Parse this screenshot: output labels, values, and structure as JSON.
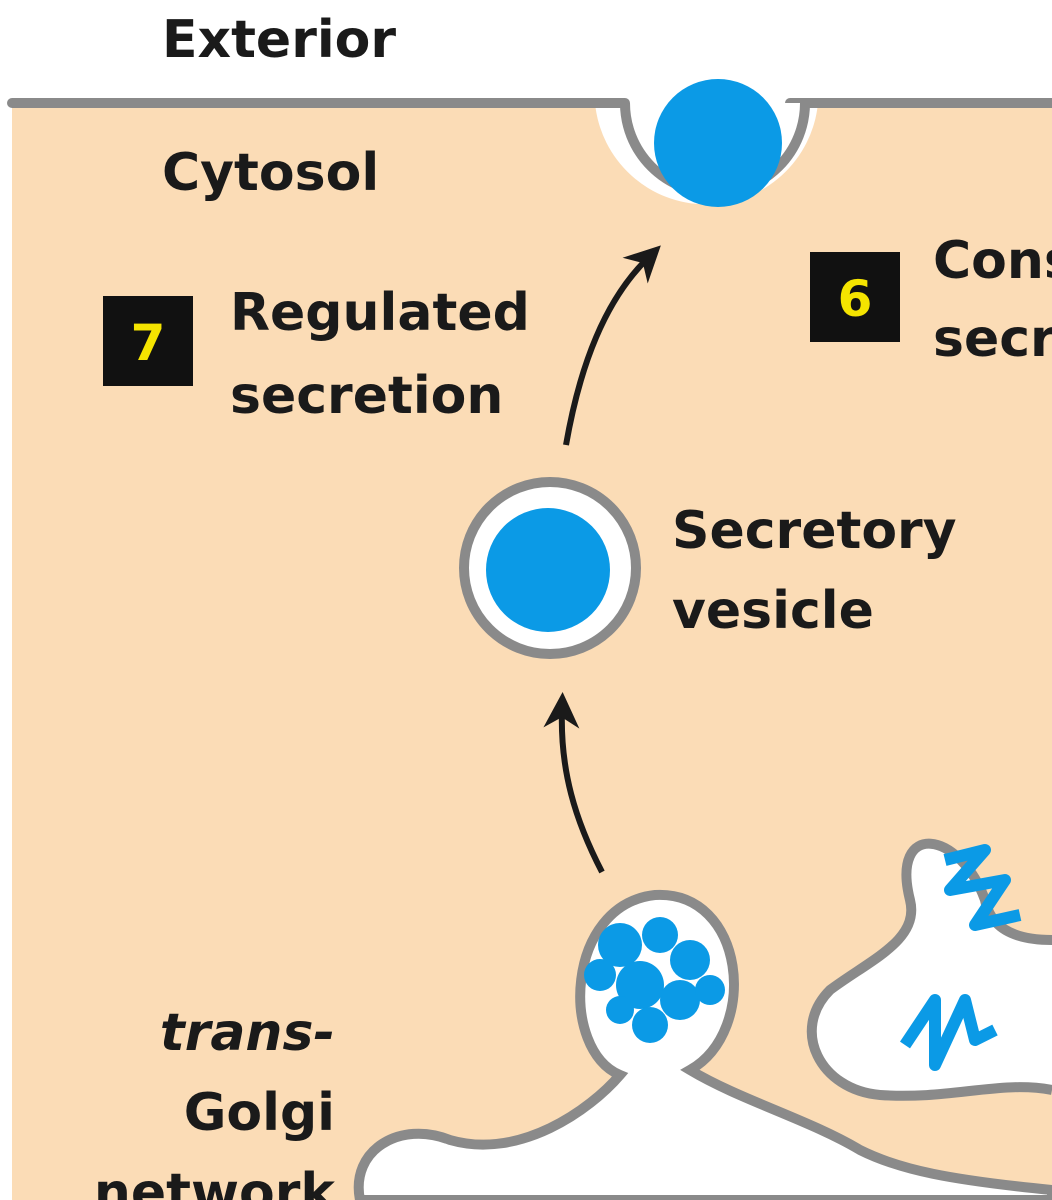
{
  "labels": {
    "exterior": "Exterior",
    "cytosol": "Cytosol",
    "regulated_line1": "Regulated",
    "regulated_line2": "secretion",
    "constitutive_line1": "Constitutive",
    "constitutive_line2": "secretion",
    "vesicle_line1": "Secretory",
    "vesicle_line2": "vesicle",
    "golgi_line1": "trans-",
    "golgi_line2": "Golgi",
    "golgi_line3": "network"
  },
  "badges": {
    "regulated": "7",
    "constitutive": "6"
  },
  "colors": {
    "cytosol": "#fbdcb6",
    "membrane": "#8a8a8a",
    "cargo": "#0b9ae6",
    "badge_bg": "#111111",
    "badge_text": "#f5e400",
    "arrow": "#1a1a1a"
  }
}
